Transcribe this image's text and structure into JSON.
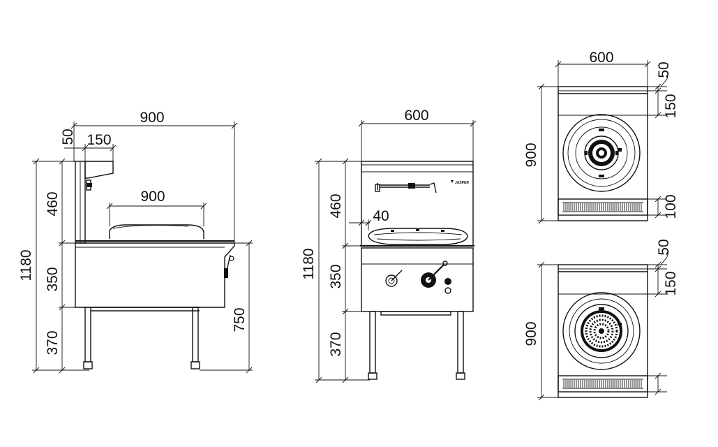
{
  "side_view": {
    "overall_width": "900",
    "backsplash_offset": "50",
    "shelf_depth": "150",
    "wok_diameter": "900",
    "total_height": "1180",
    "splash_height": "460",
    "body_height": "350",
    "leg_height": "370",
    "work_height": "750"
  },
  "front_view": {
    "overall_width": "600",
    "tap_offset": "40",
    "total_height": "1180",
    "splash_height": "460",
    "body_height": "350",
    "leg_height": "370",
    "brand_label": "JASPER"
  },
  "top_view_1": {
    "width": "600",
    "depth": "900",
    "lip": "50",
    "rear_shelf": "150",
    "front_trough": "100"
  },
  "top_view_2": {
    "depth": "900",
    "lip": "50",
    "rear_shelf": "150"
  }
}
